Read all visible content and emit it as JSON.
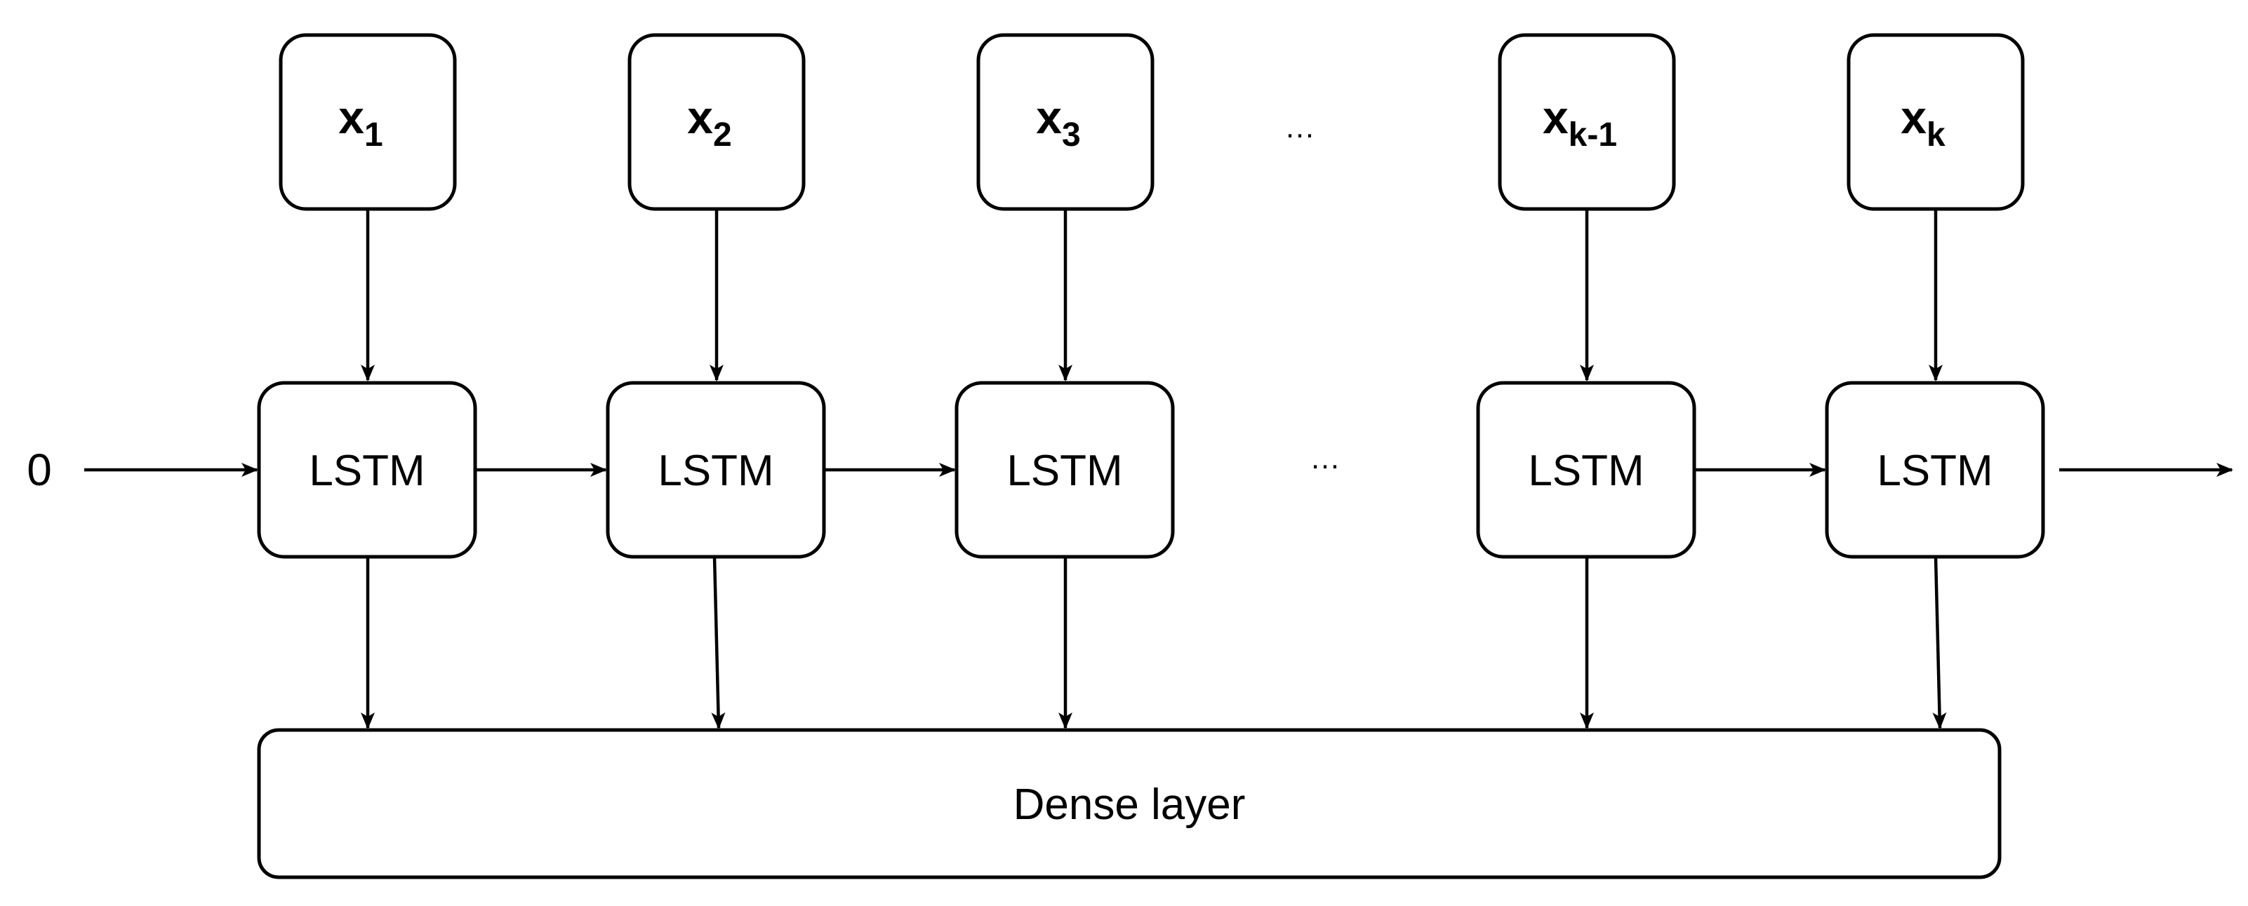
{
  "initial_state_label": "0",
  "dense_layer_label": "Dense layer",
  "ellipsis": "…",
  "steps": [
    {
      "input_main": "x",
      "input_sub": "1",
      "cell_label": "LSTM"
    },
    {
      "input_main": "x",
      "input_sub": "2",
      "cell_label": "LSTM"
    },
    {
      "input_main": "x",
      "input_sub": "3",
      "cell_label": "LSTM"
    },
    {
      "input_main": "x",
      "input_sub": "k-1",
      "cell_label": "LSTM"
    },
    {
      "input_main": "x",
      "input_sub": "k",
      "cell_label": "LSTM"
    }
  ]
}
